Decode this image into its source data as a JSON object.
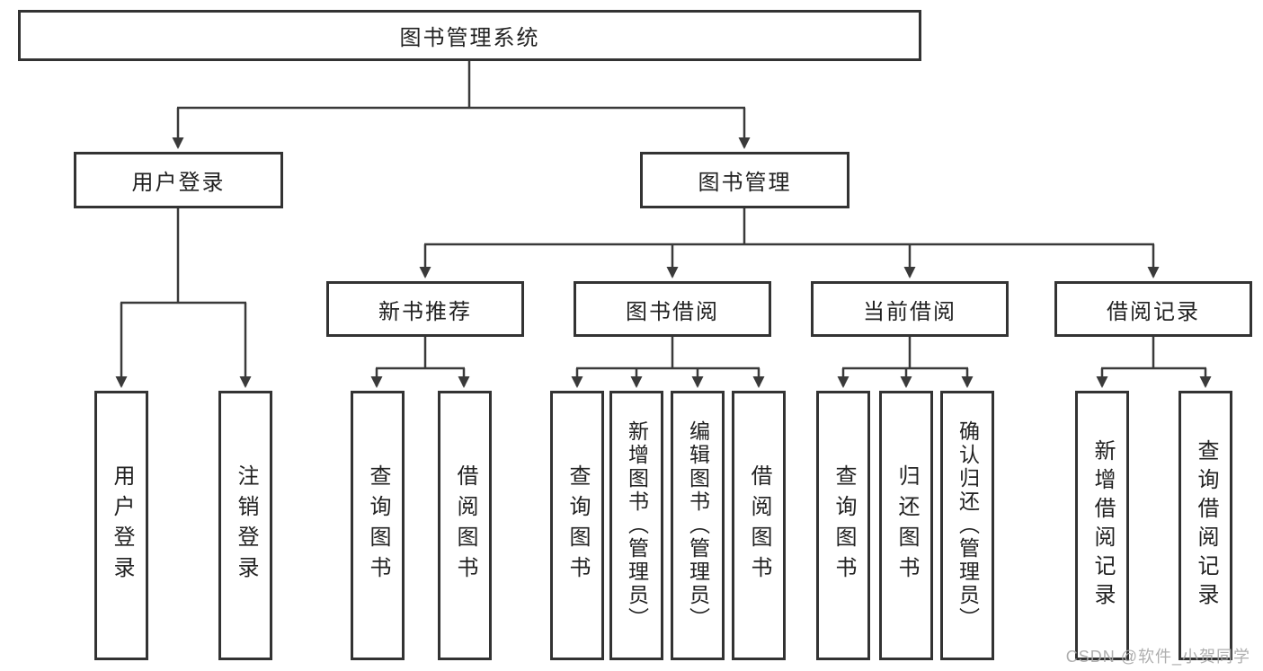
{
  "diagram": {
    "title_hint": "library-management-system-function-structure",
    "root": {
      "label": "图书管理系统"
    },
    "branches": [
      {
        "label": "用户登录",
        "children": [
          {
            "label": "用户登录"
          },
          {
            "label": "注销登录"
          }
        ]
      },
      {
        "label": "图书管理",
        "children": [
          {
            "label": "新书推荐",
            "children": [
              {
                "label": "查询图书"
              },
              {
                "label": "借阅图书"
              }
            ]
          },
          {
            "label": "图书借阅",
            "children": [
              {
                "label": "查询图书"
              },
              {
                "label": "新增图书（管理员）"
              },
              {
                "label": "编辑图书（管理员）"
              },
              {
                "label": "借阅图书"
              }
            ]
          },
          {
            "label": "当前借阅",
            "children": [
              {
                "label": "查询图书"
              },
              {
                "label": "归还图书"
              },
              {
                "label": "确认归还（管理员）"
              }
            ]
          },
          {
            "label": "借阅记录",
            "children": [
              {
                "label": "新增借阅记录"
              },
              {
                "label": "查询借阅记录"
              }
            ]
          }
        ]
      }
    ],
    "watermark": "CSDN @软件_小贺同学",
    "colors": {
      "line": "#3a3a3a",
      "box_border": "#333333",
      "box_bg": "#ffffff",
      "text": "#222222",
      "watermark": "#a8a8a8"
    }
  }
}
